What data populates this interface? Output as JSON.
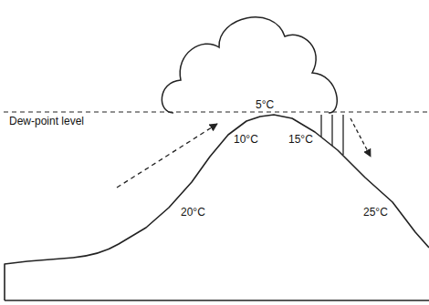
{
  "diagram": {
    "labels": [
      "Dew-point level",
      "5°C",
      "10°C",
      "15°C",
      "20°C",
      "25°C"
    ]
  }
}
